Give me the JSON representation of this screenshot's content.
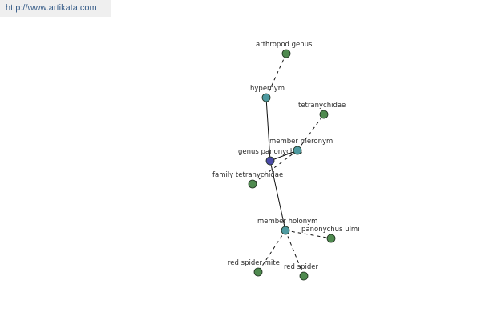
{
  "header": {
    "url_label": "http://www.artikata.com"
  },
  "graph": {
    "colors": {
      "root_node": "#4a4aa8",
      "relation_node": "#4e9aa0",
      "leaf_node": "#4f8a4f",
      "node_stroke": "#1e2e1e",
      "edge": "#111111"
    },
    "nodes": [
      {
        "id": "genus",
        "label": "genus panonychus",
        "kind": "root"
      },
      {
        "id": "hypernym",
        "label": "hypernym",
        "kind": "relation"
      },
      {
        "id": "arthropod",
        "label": "arthropod genus",
        "kind": "leaf"
      },
      {
        "id": "member_meronym",
        "label": "member meronym",
        "kind": "relation"
      },
      {
        "id": "tetranychidae",
        "label": "tetranychidae",
        "kind": "leaf"
      },
      {
        "id": "family",
        "label": "family tetranychidae",
        "kind": "leaf"
      },
      {
        "id": "member_holonym",
        "label": "member holonym",
        "kind": "relation"
      },
      {
        "id": "panonychus_ulmi",
        "label": "panonychus ulmi",
        "kind": "leaf"
      },
      {
        "id": "red_spider_mite",
        "label": "red spider mite",
        "kind": "leaf"
      },
      {
        "id": "red_spider",
        "label": "red spider",
        "kind": "leaf"
      }
    ],
    "edges": [
      {
        "from": "genus",
        "to": "hypernym",
        "style": "solid"
      },
      {
        "from": "hypernym",
        "to": "arthropod",
        "style": "dashed"
      },
      {
        "from": "genus",
        "to": "member_meronym",
        "style": "solid"
      },
      {
        "from": "member_meronym",
        "to": "tetranychidae",
        "style": "dashed"
      },
      {
        "from": "member_meronym",
        "to": "family",
        "style": "dashed"
      },
      {
        "from": "genus",
        "to": "member_holonym",
        "style": "solid"
      },
      {
        "from": "member_holonym",
        "to": "panonychus_ulmi",
        "style": "dashed"
      },
      {
        "from": "member_holonym",
        "to": "red_spider_mite",
        "style": "dashed"
      },
      {
        "from": "member_holonym",
        "to": "red_spider",
        "style": "dashed"
      }
    ]
  }
}
